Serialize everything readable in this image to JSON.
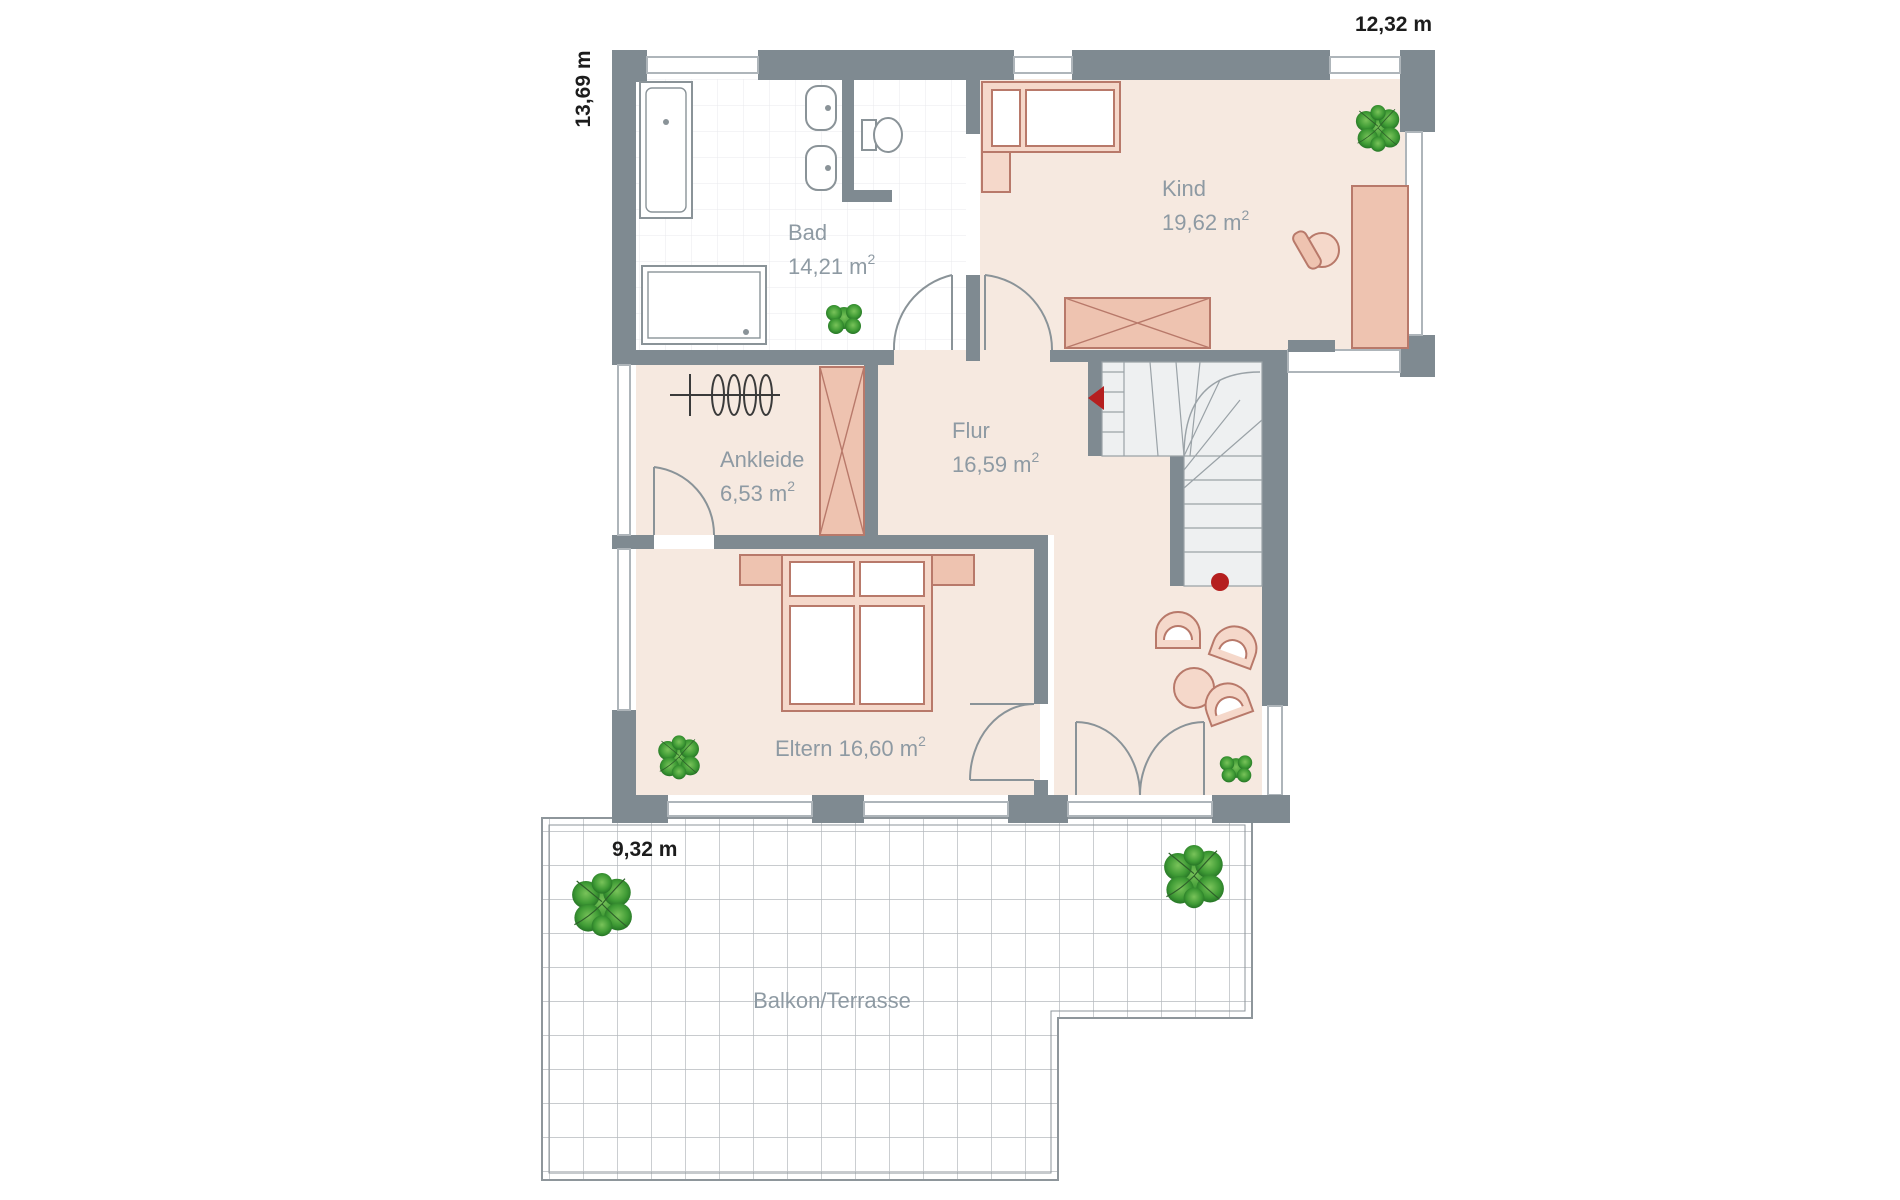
{
  "dimensions": {
    "width_top": "12,32 m",
    "height_left": "13,69 m",
    "width_terrace": "9,32 m"
  },
  "rooms": {
    "bad": {
      "name": "Bad",
      "area_value": "14,21 m",
      "sup": "2"
    },
    "kind": {
      "name": "Kind",
      "area_value": "19,62 m",
      "sup": "2"
    },
    "flur": {
      "name": "Flur",
      "area_value": "16,59 m",
      "sup": "2"
    },
    "ankleide": {
      "name": "Ankleide",
      "area_value": "6,53 m",
      "sup": "2"
    },
    "eltern": {
      "label": "Eltern 16,60 m",
      "sup": "2"
    },
    "terrasse": {
      "name": "Balkon/Terrasse"
    }
  },
  "colors": {
    "wall": "#7f8a91",
    "room_fill": "#f6e9e0",
    "bath_fill": "#ffffff",
    "furniture": "#eec3b0",
    "furniture_stroke": "#b8796a",
    "tile_line": "#b7bcc0",
    "plant_green": "#3e9a3a",
    "stair_arrow": "#b51f1f"
  }
}
